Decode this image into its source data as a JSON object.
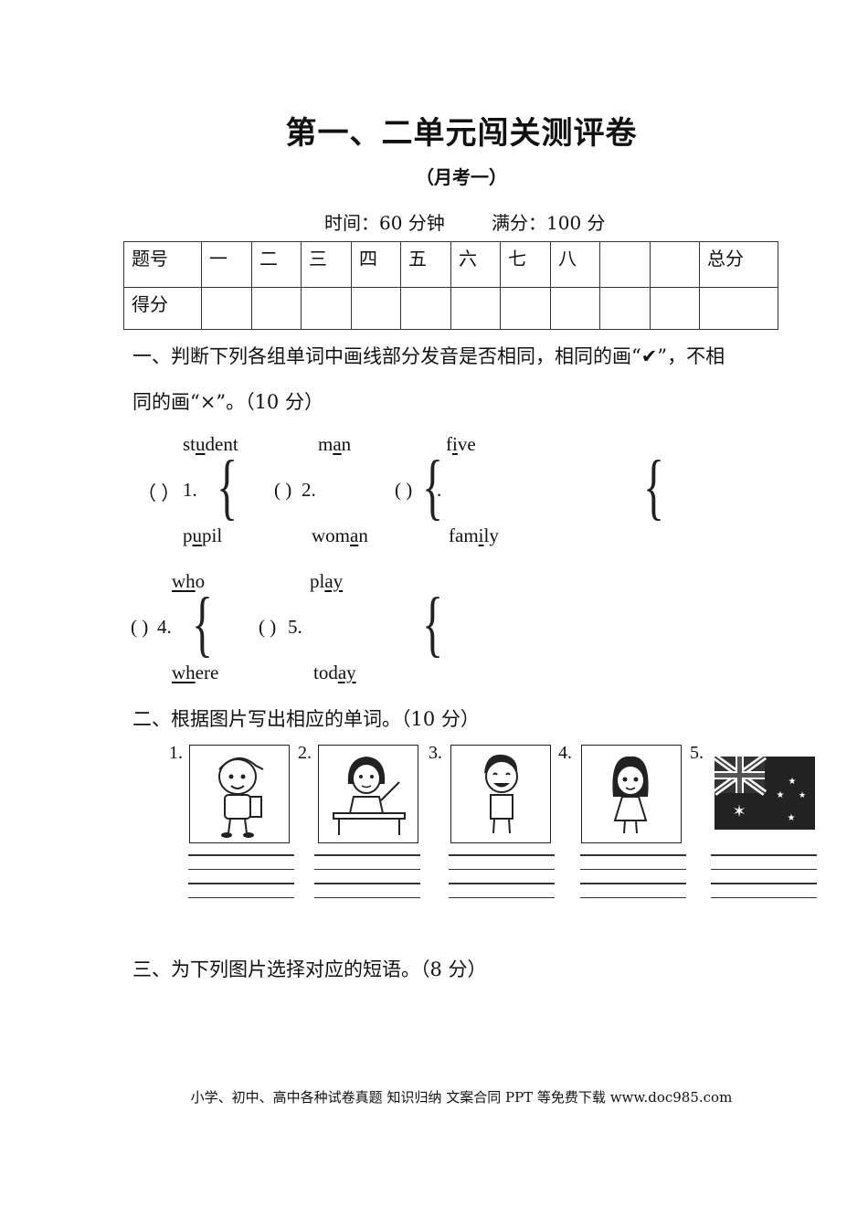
{
  "title": "第一、二单元闯关测评卷",
  "subtitle": "（月考一）",
  "time": "时间：60 分钟",
  "full_score": "满分：100 分",
  "table": {
    "row1": [
      "题号",
      "一",
      "二",
      "三",
      "四",
      "五",
      "六",
      "七",
      "八",
      "",
      "",
      "总分"
    ],
    "row2_label": "得分"
  },
  "section1": {
    "line1": "一、判断下列各组单词中画线部分发音是否相同，相同的画“✔”，不相",
    "line2": "同的画“×”。（10 分）",
    "items": [
      {
        "paren": "（  ）",
        "num": "1.",
        "top_pre": "st",
        "top_u": "u",
        "top_post": "dent",
        "bot_pre": "p",
        "bot_u": "u",
        "bot_post": "pil"
      },
      {
        "paren": "(   )",
        "num": "2.",
        "top_pre": "m",
        "top_u": "a",
        "top_post": "n",
        "bot_pre": "wom",
        "bot_u": "a",
        "bot_post": "n"
      },
      {
        "paren": "(   )",
        "num": ".",
        "top_pre": "f",
        "top_u": "i",
        "top_post": "ve",
        "bot_pre": "fam",
        "bot_u": "i",
        "bot_post": "ly"
      },
      {
        "paren": "(  )",
        "num": "4.",
        "top_pre": "",
        "top_u": "wh",
        "top_post": "o",
        "bot_pre": "",
        "bot_u": "wh",
        "bot_post": "ere"
      },
      {
        "paren": "(   )",
        "num": "5.",
        "top_pre": "pl",
        "top_u": "ay",
        "top_post": "",
        "bot_pre": "tod",
        "bot_u": "ay",
        "bot_post": ""
      }
    ]
  },
  "section2": {
    "heading": "二、根据图片写出相应的单词。（10 分）",
    "nums": [
      "1.",
      "2.",
      "3.",
      "4.",
      "5."
    ],
    "pictures": [
      "boy-student-icon",
      "teacher-icon",
      "boy-icon",
      "girl-icon",
      "australia-flag-icon"
    ]
  },
  "section3": {
    "heading": "三、为下列图片选择对应的短语。（8 分）"
  },
  "footer": "小学、初中、高中各种试卷真题 知识归纳 文案合同 PPT 等免费下载   www.doc985.com"
}
